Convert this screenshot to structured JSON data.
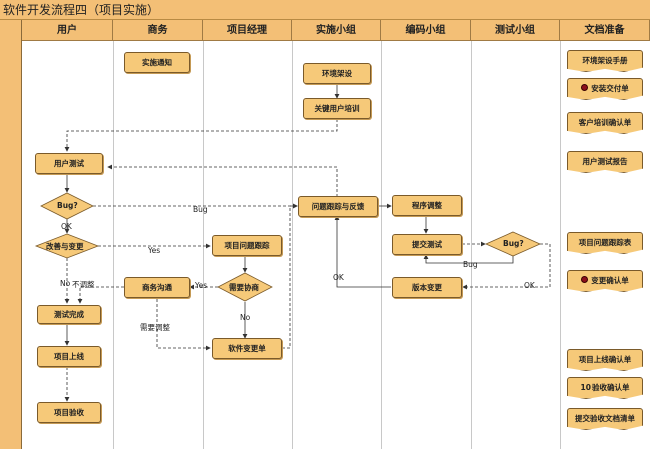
{
  "title": "软件开发流程四（项目实施）",
  "lanes": [
    "用户",
    "商务",
    "项目经理",
    "实施小组",
    "编码小组",
    "测试小组",
    "文档准备"
  ],
  "nodes": {
    "impl_notice": "实施通知",
    "env_setup": "环境架设",
    "key_user_training": "关键用户培训",
    "user_test": "用户测试",
    "bug_decision_user": "Bug?",
    "improve_change": "改善与变更",
    "issue_track_pm": "项目问题跟踪",
    "need_bargain": "需要协商",
    "business_negotiation": "商务沟通",
    "change_order": "软件变更单",
    "test_done": "测试完成",
    "go_live": "项目上线",
    "acceptance": "项目验收",
    "issue_feedback": "问题跟踪与反馈",
    "program_adjust": "程序调整",
    "submit_test": "提交测试",
    "bug_decision_test": "Bug?",
    "version_change": "版本变更"
  },
  "docs": {
    "env_manual": "环境架设手册",
    "install_delivery": "安装交付单",
    "training_confirm": "客户培训确认单",
    "user_test_report": "用户测试报告",
    "issue_track_table": "项目问题跟踪表",
    "change_confirm": "变更确认单",
    "golive_confirm": "项目上线确认单",
    "acceptance_confirm": "验收确认单",
    "acceptance_doc_list": "提交验收文档清单"
  },
  "doc_marker_number": "10",
  "edge_labels": {
    "bug": "Bug",
    "ok_user": "OK",
    "yes_left": "Yes",
    "yes_right": "Yes",
    "no_left": "No",
    "not_adjust": "不调整",
    "need_adjust": "需要调整",
    "no_pm": "No",
    "ok_impl": "OK",
    "bug_test": "Bug",
    "ok_test": "OK"
  }
}
